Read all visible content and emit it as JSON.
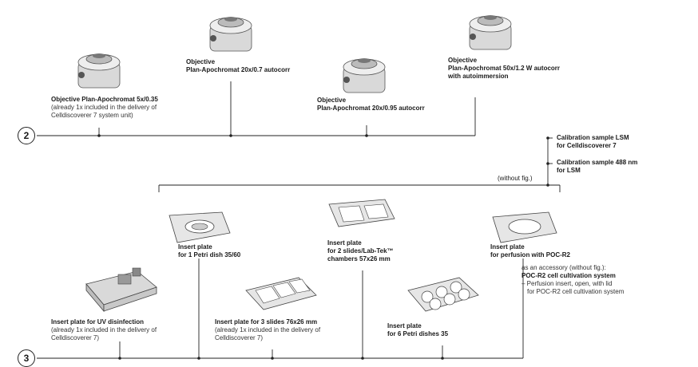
{
  "groups": {
    "g2": {
      "number": "2"
    },
    "g3": {
      "number": "3"
    }
  },
  "objectives": [
    {
      "title": "Objective Plan-Apochromat 5x/0.35",
      "note1": "(already 1x included in the delivery of",
      "note2": "Celldiscoverer 7 system unit)"
    },
    {
      "title1": "Objective",
      "title2": "Plan-Apochromat 20x/0.7 autocorr"
    },
    {
      "title1": "Objective",
      "title2": "Plan-Apochromat 20x/0.95 autocorr"
    },
    {
      "title1": "Objective",
      "title2": "Plan-Apochromat 50x/1.2 W autocorr",
      "title3": "with autoimmersion"
    }
  ],
  "calibration": {
    "item1_line1": "Calibration sample LSM",
    "item1_line2": "for Celldiscoverer 7",
    "item2_line1": "Calibration sample 488 nm",
    "item2_line2": "for LSM",
    "without_fig": "(without fig.)"
  },
  "plates": {
    "petri": {
      "line1": "Insert plate",
      "line2": "for 1 Petri dish 35/60"
    },
    "labtek": {
      "line1": "Insert plate",
      "line2": "for 2 slides/Lab-Tek™",
      "line3": "chambers 57x26 mm"
    },
    "perfusion": {
      "line1": "Insert plate",
      "line2": "for perfusion with POC-R2"
    },
    "uv": {
      "title": "Insert plate for UV disinfection",
      "note1": "(already 1x included in the delivery of",
      "note2": "Celldiscoverer 7)"
    },
    "slides3": {
      "title": "Insert plate for 3 slides 76x26 mm",
      "note1": "(already 1x included in the delivery of",
      "note2": "Celldiscoverer 7)"
    },
    "petri6": {
      "line1": "Insert plate",
      "line2": "for 6 Petri dishes 35"
    }
  },
  "accessory": {
    "intro": "as an accessory (without fig.):",
    "title": "POC-R2 cell cultivation system",
    "item1": "– Perfusion insert, open, with lid",
    "item2": "for POC-R2 cell cultivation system"
  }
}
